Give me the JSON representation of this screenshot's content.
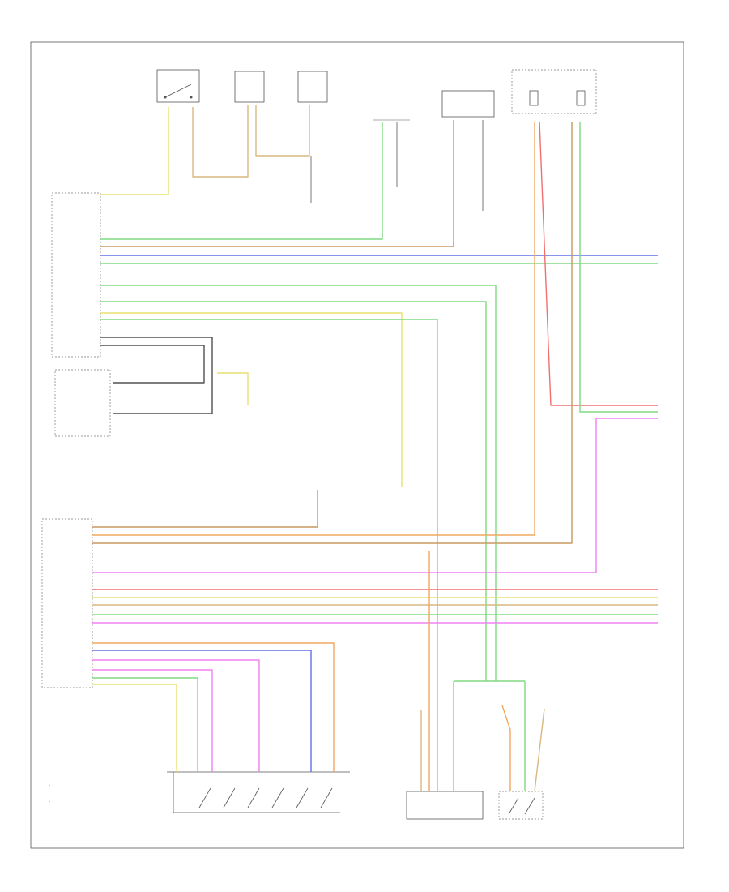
{
  "page_ref": "",
  "components": [
    {
      "name": "component-switch-1",
      "lines": [
        "",
        "",
        ""
      ]
    },
    {
      "name": "component-switch-2",
      "lines": [
        "",
        "",
        ""
      ]
    },
    {
      "name": "component-switch-3",
      "lines": [
        "",
        "",
        ""
      ]
    },
    {
      "name": "component-sensor-top",
      "lines": [
        "",
        "",
        "",
        "",
        "",
        ""
      ]
    },
    {
      "name": "component-module-top-right",
      "lines": [
        "",
        "",
        "",
        "",
        ""
      ]
    },
    {
      "name": "component-fuse-box",
      "lines": [
        "",
        ""
      ]
    },
    {
      "name": "component-fuse-label",
      "lines": [
        "",
        "",
        "",
        "",
        "",
        "",
        ""
      ]
    },
    {
      "name": "component-control-module-upper",
      "lines": [
        "",
        "",
        "",
        "",
        ""
      ]
    },
    {
      "name": "component-relay-box",
      "lines": [
        "",
        "",
        "",
        "",
        "",
        "",
        "",
        ""
      ]
    },
    {
      "name": "component-control-module-lower",
      "lines": [
        "",
        "",
        "",
        ""
      ]
    },
    {
      "name": "component-switch-bank",
      "lines": [
        "",
        ""
      ]
    },
    {
      "name": "component-sensor-bottom-1",
      "lines": [
        "",
        "",
        "",
        ""
      ]
    },
    {
      "name": "component-sensor-bottom-2",
      "lines": [
        "",
        "",
        "",
        ""
      ]
    }
  ],
  "wire_labels": [],
  "footnotes": [
    {
      "symbol": "*",
      "text": ""
    },
    {
      "symbol": "*",
      "text": ""
    }
  ],
  "colors": {
    "yellow": "#e8e070",
    "orange": "#f0a860",
    "green": "#80d880",
    "purple": "#8080f0",
    "blue": "#6070e8",
    "pink": "#f080f0",
    "red": "#f07070",
    "tan": "#d8b880",
    "brown": "#c89860",
    "gray": "#a0a0a0",
    "black": "#505050"
  }
}
